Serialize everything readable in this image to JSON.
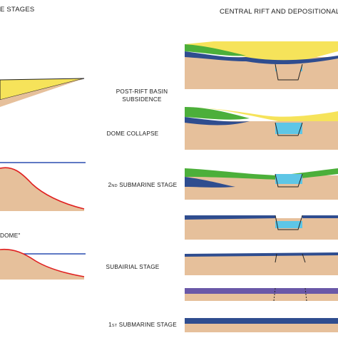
{
  "headers": {
    "left": "E STAGES",
    "right": "CENTRAL RIFT AND DEPOSITIONAL"
  },
  "stages": [
    {
      "line1": "POST-RIFT BASIN",
      "line2": "SUBSIDENCE"
    },
    {
      "line1": "DOME COLLAPSE"
    },
    {
      "prefix": "2",
      "suffix_small": "ND",
      "rest": " SUBMARINE STAGE"
    },
    {
      "line1": "SUBAIRIAL STAGE"
    },
    {
      "prefix": "1",
      "suffix_small": "ST",
      "rest": " SUBMARINE STAGE"
    }
  ],
  "left_label": "DOME\"",
  "colors": {
    "sediment_yellow": "#f6e35a",
    "sand": "#e6c09b",
    "green": "#4caf3a",
    "blue_dark": "#2f4d8f",
    "blue_light": "#5ec6e6",
    "water_line": "#2a4db0",
    "red_line": "#e02020"
  }
}
